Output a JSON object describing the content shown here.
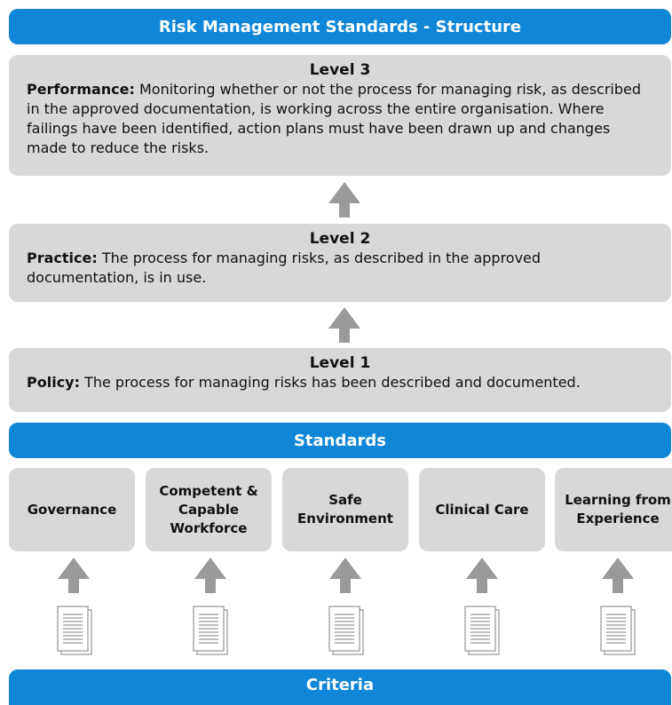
{
  "title": "Risk Management Standards - Structure",
  "levels": [
    {
      "title": "Level 3",
      "label": "Performance:",
      "text": " Monitoring whether or not the process for managing risk, as described in the approved documentation, is working across the entire organisation. Where failings have been identified, action plans must have been drawn up and changes made to reduce the risks."
    },
    {
      "title": "Level 2",
      "label": "Practice:",
      "text": " The process for managing risks, as described in the approved documentation, is in use."
    },
    {
      "title": "Level 1",
      "label": "Policy:",
      "text": " The process for managing risks has been described and documented."
    }
  ],
  "standards_label": "Standards",
  "standards": [
    {
      "label": "Governance"
    },
    {
      "label": "Competent & Capable Workforce"
    },
    {
      "label": "Safe Environment"
    },
    {
      "label": "Clinical Care"
    },
    {
      "label": "Learning from Experience"
    }
  ],
  "criteria_label": "Criteria",
  "colors": {
    "band": "#0f86d8",
    "box": "#d8d8d8",
    "arrow": "#9a9a9a"
  }
}
